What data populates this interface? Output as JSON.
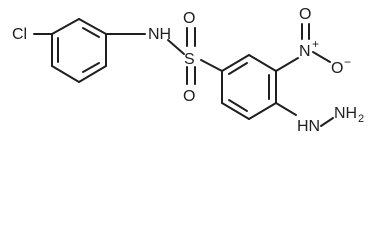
{
  "atoms": {
    "chlorine": "Cl",
    "sulfonamide_nh": "NH",
    "sulfur": "S",
    "sulfonyl_oxygen_top": "O",
    "sulfonyl_oxygen_bottom": "O",
    "nitro_nitrogen": "N",
    "nitro_nitrogen_charge": "+",
    "nitro_oxygen_top": "O",
    "nitro_oxygen_right": "O",
    "nitro_oxygen_charge": "−",
    "hydrazine_nh": "HN",
    "hydrazine_nh2": "NH",
    "hydrazine_nh2_subscript": "2"
  }
}
